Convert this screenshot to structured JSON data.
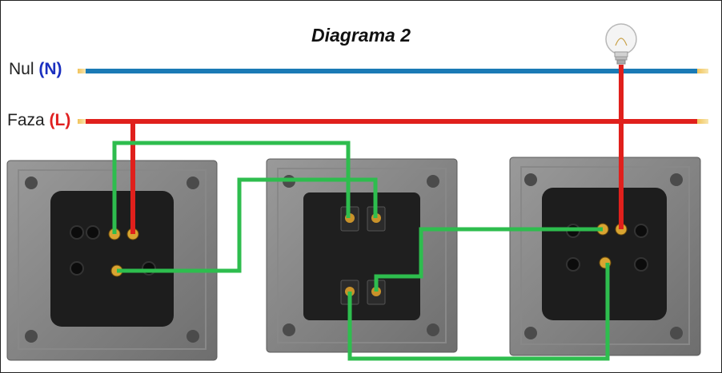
{
  "diagram": {
    "title": "Diagrama 2",
    "neutral": {
      "name": "Nul",
      "code": "(N)",
      "color": "#1a7ab5"
    },
    "phase": {
      "name": "Faza",
      "code": "(L)",
      "color": "#e0201c"
    },
    "jumper_color": "#2ebd4e",
    "switches": [
      {
        "id": "left",
        "type": "two-way"
      },
      {
        "id": "middle",
        "type": "intermediate"
      },
      {
        "id": "right",
        "type": "two-way"
      }
    ],
    "lamp": "light-bulb"
  }
}
